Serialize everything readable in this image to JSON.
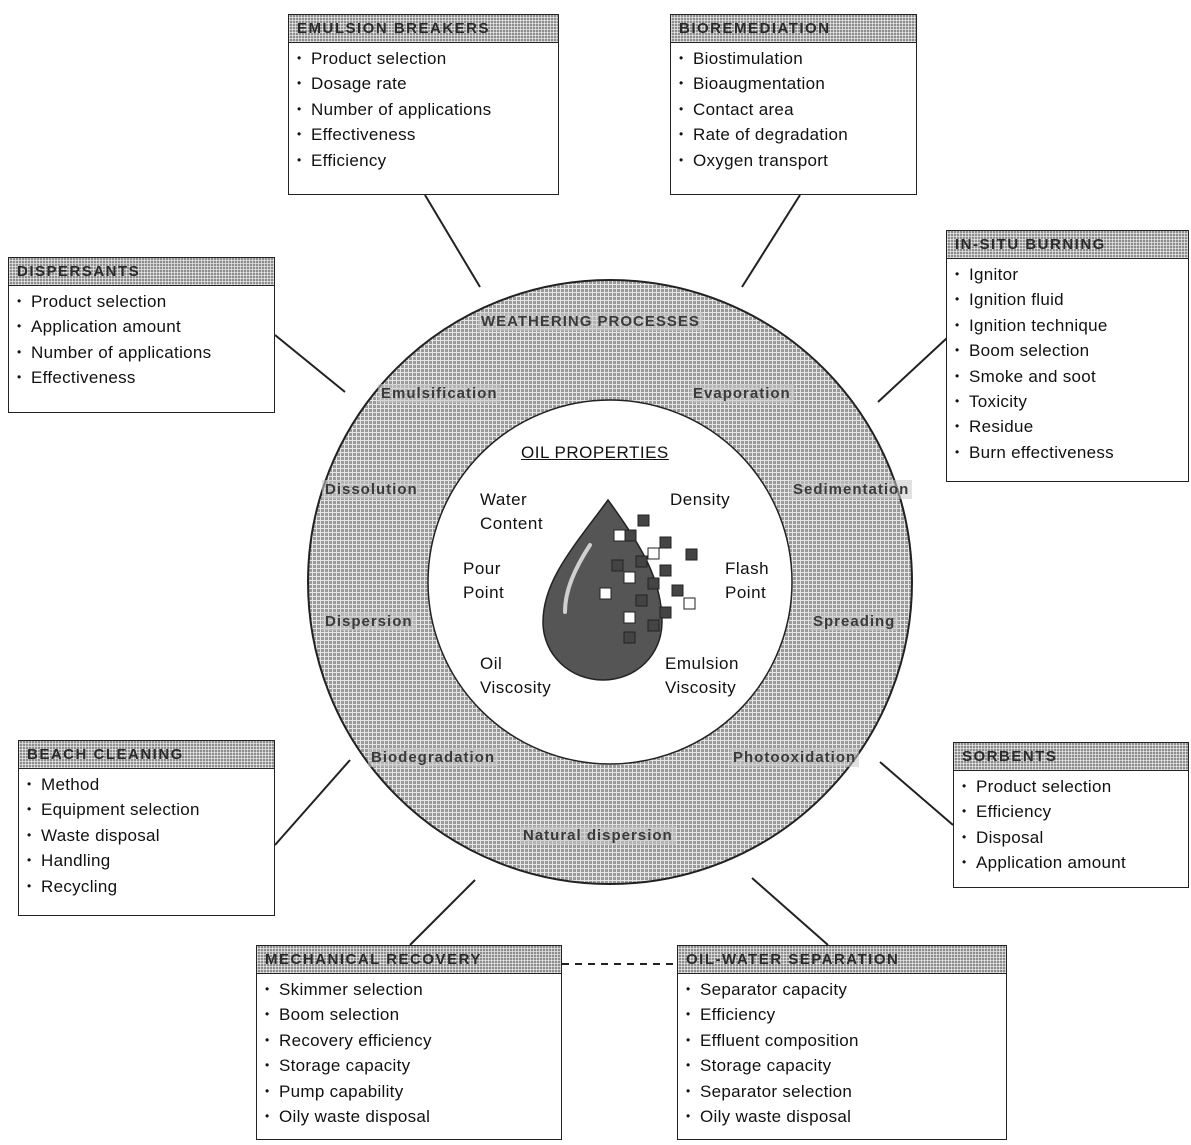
{
  "center": {
    "title": "OIL PROPERTIES",
    "properties": {
      "water_content": [
        "Water",
        "Content"
      ],
      "density": "Density",
      "pour_point": [
        "Pour",
        "Point"
      ],
      "flash_point": [
        "Flash",
        "Point"
      ],
      "oil_viscosity": [
        "Oil",
        "Viscosity"
      ],
      "emulsion_viscosity": [
        "Emulsion",
        "Viscosity"
      ]
    }
  },
  "ring": {
    "title": "WEATHERING PROCESSES",
    "processes": {
      "emulsification": "Emulsification",
      "evaporation": "Evaporation",
      "dissolution": "Dissolution",
      "sedimentation": "Sedimentation",
      "dispersion": "Dispersion",
      "spreading": "Spreading",
      "biodegradation": "Biodegradation",
      "photooxidation": "Photooxidation",
      "natural_dispersion": "Natural dispersion"
    }
  },
  "boxes": {
    "emulsion_breakers": {
      "title": "EMULSION BREAKERS",
      "items": [
        "Product selection",
        "Dosage rate",
        "Number of applications",
        "Effectiveness",
        "Efficiency"
      ]
    },
    "bioremediation": {
      "title": "BIOREMEDIATION",
      "items": [
        "Biostimulation",
        "Bioaugmentation",
        "Contact area",
        "Rate of degradation",
        "Oxygen transport"
      ]
    },
    "dispersants": {
      "title": "DISPERSANTS",
      "items": [
        "Product selection",
        "Application amount",
        "Number of applications",
        "Effectiveness"
      ]
    },
    "in_situ_burning": {
      "title": "IN-SITU BURNING",
      "items": [
        "Ignitor",
        "Ignition fluid",
        "Ignition technique",
        "Boom selection",
        "Smoke and soot",
        "Toxicity",
        "Residue",
        "Burn effectiveness"
      ]
    },
    "beach_cleaning": {
      "title": "BEACH CLEANING",
      "items": [
        "Method",
        "Equipment selection",
        "Waste disposal",
        "Handling",
        "Recycling"
      ]
    },
    "sorbents": {
      "title": "SORBENTS",
      "items": [
        "Product selection",
        "Efficiency",
        "Disposal",
        "Application amount"
      ]
    },
    "mechanical_recovery": {
      "title": "MECHANICAL RECOVERY",
      "items": [
        "Skimmer selection",
        "Boom selection",
        "Recovery efficiency",
        "Storage capacity",
        "Pump capability",
        "Oily waste disposal"
      ]
    },
    "oil_water_separation": {
      "title": "OIL-WATER SEPARATION",
      "items": [
        "Separator capacity",
        "Efficiency",
        "Effluent composition",
        "Storage capacity",
        "Separator selection",
        "Oily waste disposal"
      ]
    }
  }
}
